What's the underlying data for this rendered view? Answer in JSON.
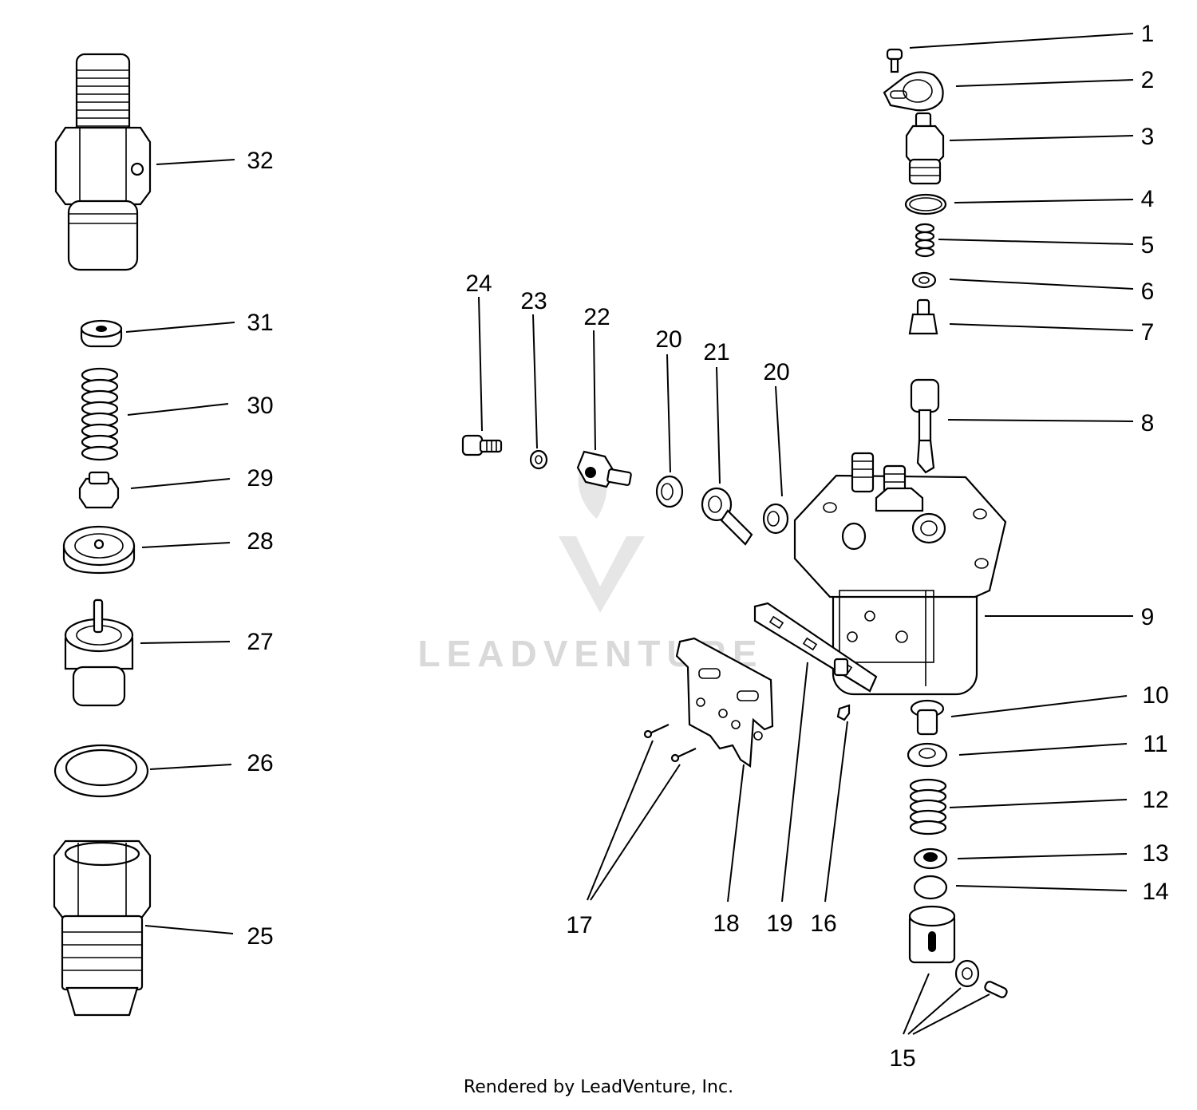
{
  "watermark": {
    "text": "LEADVENTURE"
  },
  "footer": {
    "text": "Rendered by LeadVenture, Inc."
  },
  "callouts": [
    "1",
    "2",
    "3",
    "4",
    "5",
    "6",
    "7",
    "8",
    "9",
    "10",
    "11",
    "12",
    "13",
    "14",
    "15",
    "16",
    "17",
    "18",
    "19",
    "20",
    "20",
    "21",
    "22",
    "23",
    "24",
    "25",
    "26",
    "27",
    "28",
    "29",
    "30",
    "31",
    "32"
  ]
}
